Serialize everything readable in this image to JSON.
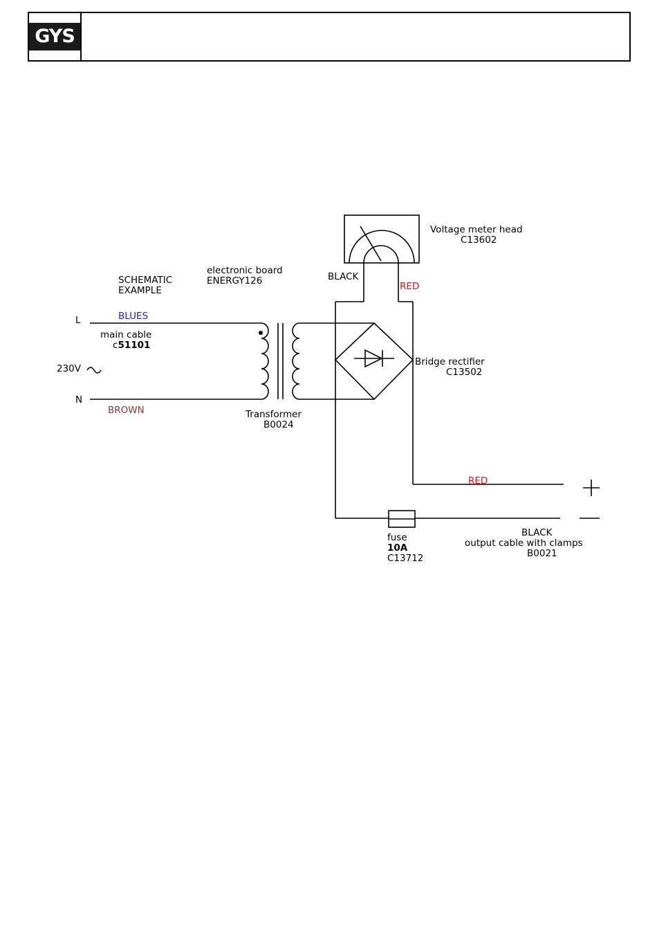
{
  "header": {
    "logo": "GYS"
  },
  "diagram": {
    "schematic_label_1": "SCHEMATIC",
    "schematic_label_2": "EXAMPLE",
    "board_label": "electronic board",
    "board_ref": "ENERGY126",
    "line_l": "L",
    "line_n": "N",
    "wire_blue": "BLUES",
    "wire_brown": "BROWN",
    "main_cable_label": "main cable",
    "main_cable_ref_prefix": "c",
    "main_cable_ref_num": "51101",
    "supply_voltage": "230V",
    "ac_symbol": "~",
    "transformer_label": "Transformer",
    "transformer_ref": "B0024",
    "meter_label": "Voltage meter head",
    "meter_ref": "C13602",
    "meter_wire_black": "BLACK",
    "meter_wire_red": "RED",
    "rectifier_label": "Bridge rectifier",
    "rectifier_ref": "C13502",
    "output_wire_red": "RED",
    "plus_symbol": "+",
    "minus_symbol": "—",
    "fuse_label": "fuse",
    "fuse_rating": "10A",
    "fuse_ref": "C13712",
    "output_wire_black": "BLACK",
    "output_cable_label": "output cable with clamps",
    "output_cable_ref": "B0021"
  },
  "colors": {
    "blue_wire": "#1f1fd0",
    "brown_wire": "#8b3a3a",
    "red_wire": "#e01010",
    "line": "#000000",
    "logo_bg": "#1a1a1a"
  }
}
